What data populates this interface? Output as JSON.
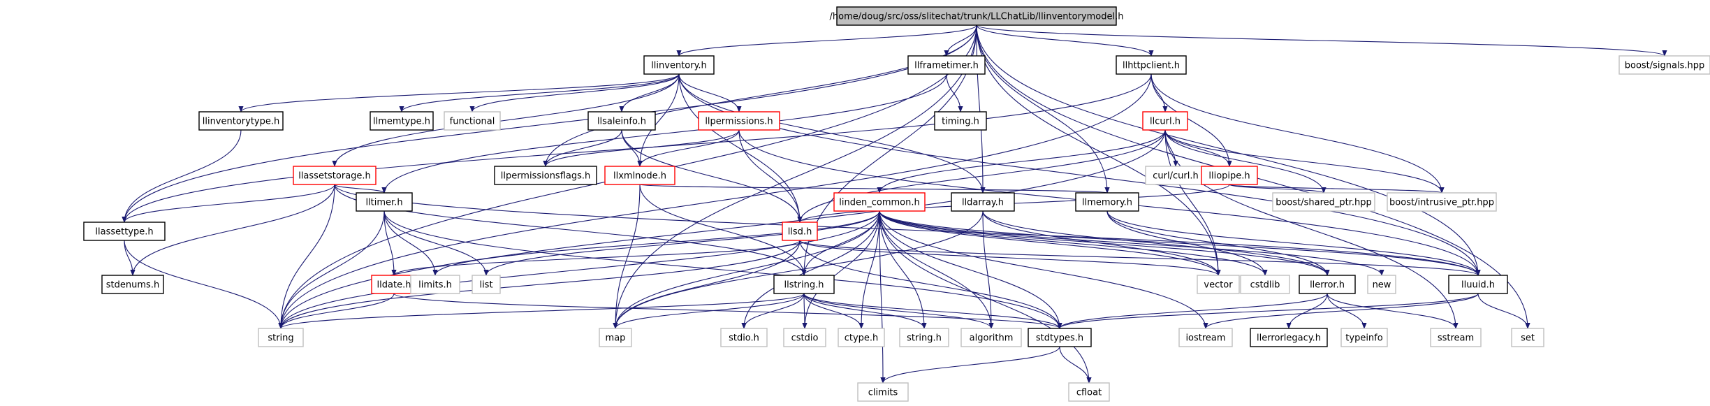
{
  "root": {
    "label": "/home/doug/src/oss/slitechat/trunk/LLChatLib/llinventorymodel.h",
    "fill": "#bfbfbf"
  },
  "colors": {
    "edge": "#191970",
    "documented_border": "#000000",
    "incomplete_border": "#ff0000",
    "external_border": "#bfbfbf"
  },
  "nodes": [
    {
      "id": "root",
      "label": "/home/doug/src/oss/slitechat/trunk/LLChatLib/llinventorymodel.h",
      "kind": "root"
    },
    {
      "id": "llinventory",
      "label": "llinventory.h",
      "kind": "boxed"
    },
    {
      "id": "llframetimer",
      "label": "llframetimer.h",
      "kind": "boxed"
    },
    {
      "id": "llhttpclient",
      "label": "llhttpclient.h",
      "kind": "boxed"
    },
    {
      "id": "boostsignals",
      "label": "boost/signals.hpp",
      "kind": "ext"
    },
    {
      "id": "llinventorytype",
      "label": "llinventorytype.h",
      "kind": "boxed"
    },
    {
      "id": "llmemtype",
      "label": "llmemtype.h",
      "kind": "boxed"
    },
    {
      "id": "functional",
      "label": "functional",
      "kind": "ext"
    },
    {
      "id": "llsaleinfo",
      "label": "llsaleinfo.h",
      "kind": "boxed"
    },
    {
      "id": "llpermissions",
      "label": "llpermissions.h",
      "kind": "red"
    },
    {
      "id": "timing",
      "label": "timing.h",
      "kind": "boxed"
    },
    {
      "id": "llcurl",
      "label": "llcurl.h",
      "kind": "red"
    },
    {
      "id": "llassetstorage",
      "label": "llassetstorage.h",
      "kind": "red"
    },
    {
      "id": "llpermissionsflags",
      "label": "llpermissionsflags.h",
      "kind": "boxed"
    },
    {
      "id": "llxmlnode",
      "label": "llxmlnode.h",
      "kind": "red"
    },
    {
      "id": "curlh",
      "label": "curl/curl.h",
      "kind": "ext"
    },
    {
      "id": "lliopipe",
      "label": "lliopipe.h",
      "kind": "red"
    },
    {
      "id": "llassettype",
      "label": "llassettype.h",
      "kind": "boxed"
    },
    {
      "id": "lltimer",
      "label": "lltimer.h",
      "kind": "boxed"
    },
    {
      "id": "llsd",
      "label": "llsd.h",
      "kind": "red"
    },
    {
      "id": "linden_common",
      "label": "linden_common.h",
      "kind": "red"
    },
    {
      "id": "lldarray",
      "label": "lldarray.h",
      "kind": "boxed"
    },
    {
      "id": "llmemory",
      "label": "llmemory.h",
      "kind": "boxed"
    },
    {
      "id": "boostshared",
      "label": "boost/shared_ptr.hpp",
      "kind": "ext"
    },
    {
      "id": "boostintrusive",
      "label": "boost/intrusive_ptr.hpp",
      "kind": "ext"
    },
    {
      "id": "stdenums",
      "label": "stdenums.h",
      "kind": "boxed"
    },
    {
      "id": "lldate",
      "label": "lldate.h",
      "kind": "red"
    },
    {
      "id": "limits",
      "label": "limits.h",
      "kind": "ext"
    },
    {
      "id": "list",
      "label": "list",
      "kind": "ext"
    },
    {
      "id": "llstring",
      "label": "llstring.h",
      "kind": "boxed"
    },
    {
      "id": "vector",
      "label": "vector",
      "kind": "ext"
    },
    {
      "id": "cstdlib",
      "label": "cstdlib",
      "kind": "ext"
    },
    {
      "id": "llerror",
      "label": "llerror.h",
      "kind": "boxed"
    },
    {
      "id": "new",
      "label": "new",
      "kind": "ext"
    },
    {
      "id": "lluuid",
      "label": "lluuid.h",
      "kind": "boxed"
    },
    {
      "id": "string",
      "label": "string",
      "kind": "ext"
    },
    {
      "id": "map",
      "label": "map",
      "kind": "ext"
    },
    {
      "id": "stdioh",
      "label": "stdio.h",
      "kind": "ext"
    },
    {
      "id": "cstdio",
      "label": "cstdio",
      "kind": "ext"
    },
    {
      "id": "ctypeh",
      "label": "ctype.h",
      "kind": "ext"
    },
    {
      "id": "stringh",
      "label": "string.h",
      "kind": "ext"
    },
    {
      "id": "algorithm",
      "label": "algorithm",
      "kind": "ext"
    },
    {
      "id": "stdtypes",
      "label": "stdtypes.h",
      "kind": "boxed"
    },
    {
      "id": "iostream",
      "label": "iostream",
      "kind": "ext"
    },
    {
      "id": "llerrorlegacy",
      "label": "llerrorlegacy.h",
      "kind": "boxed"
    },
    {
      "id": "typeinfo",
      "label": "typeinfo",
      "kind": "ext"
    },
    {
      "id": "sstream",
      "label": "sstream",
      "kind": "ext"
    },
    {
      "id": "set",
      "label": "set",
      "kind": "ext"
    },
    {
      "id": "climits",
      "label": "climits",
      "kind": "ext"
    },
    {
      "id": "cfloat",
      "label": "cfloat",
      "kind": "ext"
    }
  ],
  "edges": [
    [
      "root",
      "llinventory"
    ],
    [
      "root",
      "llframetimer"
    ],
    [
      "root",
      "llhttpclient"
    ],
    [
      "root",
      "boostsignals"
    ],
    [
      "root",
      "llassettype"
    ],
    [
      "root",
      "string"
    ],
    [
      "root",
      "map"
    ],
    [
      "root",
      "llpermissionsflags"
    ],
    [
      "root",
      "lldarray"
    ],
    [
      "root",
      "llmemory"
    ],
    [
      "root",
      "vector"
    ],
    [
      "root",
      "lluuid"
    ],
    [
      "root",
      "set"
    ],
    [
      "root",
      "llstring"
    ],
    [
      "llinventory",
      "llinventorytype"
    ],
    [
      "llinventory",
      "llmemtype"
    ],
    [
      "llinventory",
      "functional"
    ],
    [
      "llinventory",
      "llsaleinfo"
    ],
    [
      "llinventory",
      "llpermissions"
    ],
    [
      "llinventory",
      "llassetstorage"
    ],
    [
      "llinventory",
      "llxmlnode"
    ],
    [
      "llinventory",
      "llsd"
    ],
    [
      "llinventory",
      "lldarray"
    ],
    [
      "llinventory",
      "lluuid"
    ],
    [
      "llframetimer",
      "timing"
    ],
    [
      "llframetimer",
      "lltimer"
    ],
    [
      "llhttpclient",
      "llcurl"
    ],
    [
      "llhttpclient",
      "lliopipe"
    ],
    [
      "llhttpclient",
      "boostintrusive"
    ],
    [
      "llhttpclient",
      "llassettype"
    ],
    [
      "llhttpclient",
      "string"
    ],
    [
      "llinventorytype",
      "llassettype"
    ],
    [
      "llsaleinfo",
      "llpermissionsflags"
    ],
    [
      "llsaleinfo",
      "llxmlnode"
    ],
    [
      "llsaleinfo",
      "llsd"
    ],
    [
      "llpermissions",
      "llpermissionsflags"
    ],
    [
      "llpermissions",
      "llxmlnode"
    ],
    [
      "llpermissions",
      "llsd"
    ],
    [
      "llpermissions",
      "lluuid"
    ],
    [
      "llcurl",
      "curlh"
    ],
    [
      "llcurl",
      "lliopipe"
    ],
    [
      "llcurl",
      "boostshared"
    ],
    [
      "llcurl",
      "boostintrusive"
    ],
    [
      "llcurl",
      "linden_common"
    ],
    [
      "llcurl",
      "llsd"
    ],
    [
      "llcurl",
      "vector"
    ],
    [
      "llcurl",
      "sstream"
    ],
    [
      "llcurl",
      "string"
    ],
    [
      "llassetstorage",
      "llassettype"
    ],
    [
      "llassetstorage",
      "lltimer"
    ],
    [
      "llassetstorage",
      "stdenums"
    ],
    [
      "llassetstorage",
      "string"
    ],
    [
      "llassetstorage",
      "lluuid"
    ],
    [
      "llassetstorage",
      "llstring"
    ],
    [
      "llxmlnode",
      "llstring"
    ],
    [
      "llxmlnode",
      "llmemory"
    ],
    [
      "llxmlnode",
      "map"
    ],
    [
      "lliopipe",
      "boostshared"
    ],
    [
      "lliopipe",
      "boostintrusive"
    ],
    [
      "lliopipe",
      "llsd"
    ],
    [
      "llassettype",
      "stdenums"
    ],
    [
      "llassettype",
      "string"
    ],
    [
      "lltimer",
      "lldate"
    ],
    [
      "lltimer",
      "limits"
    ],
    [
      "lltimer",
      "list"
    ],
    [
      "lltimer",
      "string"
    ],
    [
      "lltimer",
      "stdtypes"
    ],
    [
      "llsd",
      "lldate"
    ],
    [
      "llsd",
      "map"
    ],
    [
      "llsd",
      "string"
    ],
    [
      "llsd",
      "vector"
    ],
    [
      "llsd",
      "stdtypes"
    ],
    [
      "llsd",
      "lluuid"
    ],
    [
      "linden_common",
      "llstring"
    ],
    [
      "linden_common",
      "llerror"
    ],
    [
      "linden_common",
      "lluuid"
    ],
    [
      "linden_common",
      "stdtypes"
    ],
    [
      "linden_common",
      "map"
    ],
    [
      "linden_common",
      "string"
    ],
    [
      "linden_common",
      "stdioh"
    ],
    [
      "linden_common",
      "cstdio"
    ],
    [
      "linden_common",
      "ctypeh"
    ],
    [
      "linden_common",
      "stringh"
    ],
    [
      "linden_common",
      "algorithm"
    ],
    [
      "linden_common",
      "climits"
    ],
    [
      "linden_common",
      "cfloat"
    ],
    [
      "linden_common",
      "iostream"
    ],
    [
      "linden_common",
      "new"
    ],
    [
      "linden_common",
      "cstdlib"
    ],
    [
      "linden_common",
      "vector"
    ],
    [
      "linden_common",
      "list"
    ],
    [
      "linden_common",
      "limits"
    ],
    [
      "lldarray",
      "vector"
    ],
    [
      "lldarray",
      "map"
    ],
    [
      "lldarray",
      "algorithm"
    ],
    [
      "lldarray",
      "llerror"
    ],
    [
      "llmemory",
      "cstdlib"
    ],
    [
      "llmemory",
      "lluuid"
    ],
    [
      "llmemory",
      "llerror"
    ],
    [
      "lldate",
      "string"
    ],
    [
      "lldate",
      "stdtypes"
    ],
    [
      "llstring",
      "string"
    ],
    [
      "llstring",
      "stdioh"
    ],
    [
      "llstring",
      "cstdio"
    ],
    [
      "llstring",
      "ctypeh"
    ],
    [
      "llstring",
      "stringh"
    ],
    [
      "llstring",
      "algorithm"
    ],
    [
      "llstring",
      "map"
    ],
    [
      "llstring",
      "stdtypes"
    ],
    [
      "llerror",
      "stdtypes"
    ],
    [
      "llerror",
      "llerrorlegacy"
    ],
    [
      "llerror",
      "typeinfo"
    ],
    [
      "llerror",
      "sstream"
    ],
    [
      "lluuid",
      "iostream"
    ],
    [
      "lluuid",
      "set"
    ],
    [
      "lluuid",
      "stdtypes"
    ],
    [
      "stdtypes",
      "climits"
    ],
    [
      "stdtypes",
      "cfloat"
    ]
  ]
}
